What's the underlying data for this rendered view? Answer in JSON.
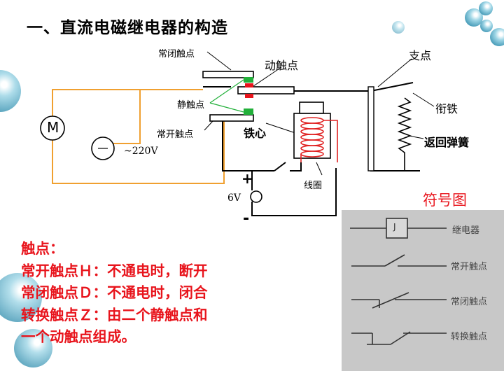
{
  "title": "一、直流电磁继电器的构造",
  "diagram": {
    "labels": {
      "normally_closed_contact": "常闭触点",
      "moving_contact": "动触点",
      "pivot": "支点",
      "static_contact": "静触点",
      "armature": "衔铁",
      "normally_open_contact": "常开触点",
      "iron_core": "铁心",
      "return_spring": "返回弹簧",
      "coil": "线圈",
      "motor": "M",
      "ac_voltage": "~220V",
      "dc_voltage": "6V",
      "plus": "+",
      "minus": "-"
    }
  },
  "symbol_section": {
    "heading": "符号图",
    "relay_box": "J",
    "relay_label": "继电器",
    "no_label": "常开触点",
    "nc_label": "常闭触点",
    "changeover_label": "转换触点"
  },
  "contact_text": {
    "line1": "触点：",
    "line2": "常开触点Ｈ：不通电时，断开",
    "line3": "常闭触点Ｄ：不通电时，闭合",
    "line4": "转换触点Ｚ：由二个静触点和",
    "line5": "一个动触点组成。"
  },
  "colors": {
    "text_red": "#e8141c",
    "wire_orange": "#f0a030",
    "contact_green": "#22b03a",
    "contact_red": "#e8141c",
    "coil_red": "#e02020",
    "panel_gray": "#c8c8c8",
    "drop_teal": "#5ab0c8"
  }
}
